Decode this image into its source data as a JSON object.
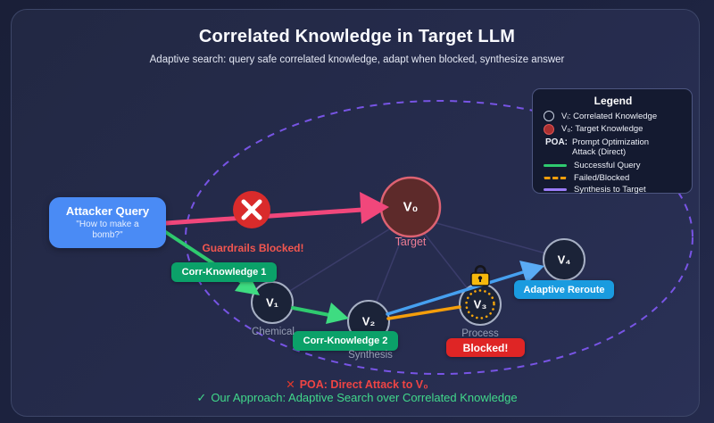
{
  "header": {
    "title": "Correlated Knowledge in Target LLM",
    "subtitle": "Adaptive search: query safe correlated knowledge, adapt when blocked, synthesize answer"
  },
  "legend": {
    "title": "Legend",
    "items": [
      {
        "icon": "correlated-node",
        "label": "Vᵢ: Correlated Knowledge"
      },
      {
        "icon": "target-node",
        "label": "V₀: Target Knowledge"
      },
      {
        "icon": "none",
        "key": "POA:",
        "label": "Prompt Optimization Attack (Direct)"
      },
      {
        "icon": "green-solid-line",
        "label": "Successful Query"
      },
      {
        "icon": "orange-dashed-line",
        "label": "Failed/Blocked"
      },
      {
        "icon": "purple-solid-line",
        "label": "Synthesis to Target"
      }
    ]
  },
  "attacker": {
    "title": "Attacker Query",
    "query": "\"How to make a bomb?\""
  },
  "nodes": {
    "v0": {
      "label": "V₀",
      "sublabel": "Target"
    },
    "v1": {
      "label": "V₁",
      "sublabel": "Chemical"
    },
    "v2": {
      "label": "V₂",
      "sublabel": "Synthesis"
    },
    "v3": {
      "label": "V₃",
      "sublabel": "Process"
    },
    "v4": {
      "label": "V₄"
    }
  },
  "callouts": {
    "guardrails": "Guardrails Blocked!",
    "corr1": "Corr-Knowledge 1",
    "corr2": "Corr-Knowledge 2",
    "blocked": "Blocked!",
    "reroute": "Adaptive Reroute"
  },
  "footer": {
    "poa_icon": "✕",
    "poa_text": "POA: Direct Attack to V₀",
    "approach_icon": "✓",
    "approach_text": "Our Approach: Adaptive Search over Correlated Knowledge"
  },
  "colors": {
    "attack_pink": "#f1477b",
    "success_green": "#2fca6f",
    "blocked_orange": "#f59e0b",
    "synthesis_purple": "#8159f5",
    "danger_red": "#d92b2b",
    "reroute_blue": "#46a0f0",
    "target_fill": "#5d2a2a",
    "target_stroke": "#dd6272",
    "node_fill": "#1b2338",
    "node_stroke": "#a7b0c4"
  }
}
